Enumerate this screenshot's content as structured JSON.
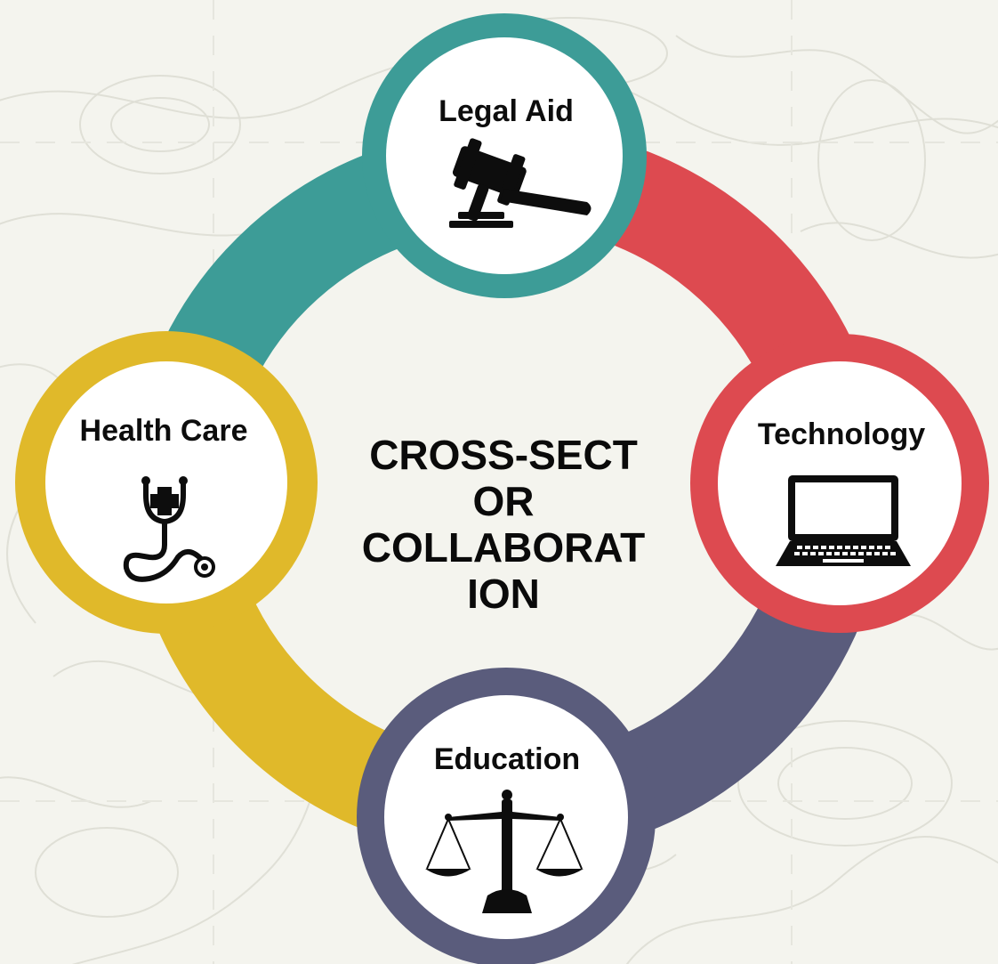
{
  "center_title_lines": [
    "CROSS-SECT",
    "OR",
    "COLLABORAT",
    "ION"
  ],
  "nodes": {
    "legal_aid": {
      "label": "Legal Aid",
      "color": "#3d9c97",
      "icon": "gavel-icon"
    },
    "technology": {
      "label": "Technology",
      "color": "#dd4a50",
      "icon": "laptop-icon"
    },
    "education": {
      "label": "Education",
      "color": "#5a5c7c",
      "icon": "scales-of-justice-icon"
    },
    "health_care": {
      "label": "Health Care",
      "color": "#e0b92a",
      "icon": "stethoscope-icon"
    }
  },
  "background": {
    "color": "#f4f4ee",
    "pattern": "topographic-contour-lines"
  }
}
